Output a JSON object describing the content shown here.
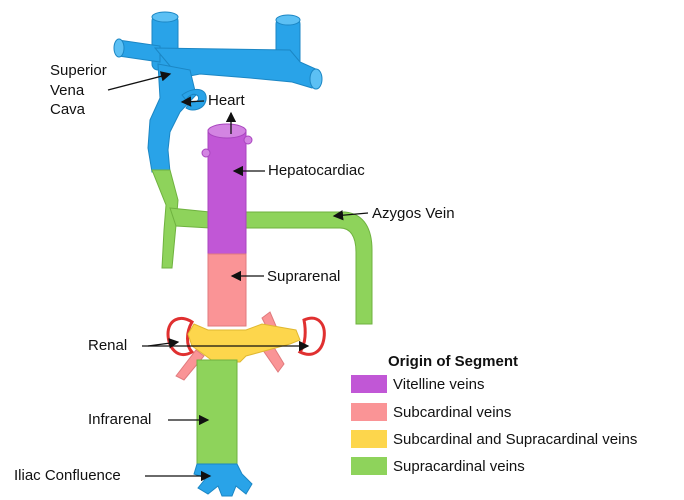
{
  "labels": {
    "svc_line1": "Superior",
    "svc_line2": "Vena",
    "svc_line3": "Cava",
    "heart": "Heart",
    "hepatocardiac": "Hepatocardiac",
    "azygos": "Azygos Vein",
    "suprarenal": "Suprarenal",
    "renal": "Renal",
    "infrarenal": "Infrarenal",
    "iliac": "Iliac Confluence"
  },
  "legend": {
    "title": "Origin of Segment",
    "items": [
      {
        "label": "Vitelline veins",
        "color": "#c157d6"
      },
      {
        "label": "Subcardinal veins",
        "color": "#fa9496"
      },
      {
        "label": "Subcardinal and Supracardinal veins",
        "color": "#fdd64c"
      },
      {
        "label": "Supracardinal veins",
        "color": "#8ed35b"
      }
    ]
  },
  "colors": {
    "blue": "#29a3e8",
    "purple": "#c157d6",
    "pink": "#fa9496",
    "yellow": "#fdd64c",
    "green": "#8ed35b",
    "kidney": "#e03030"
  }
}
